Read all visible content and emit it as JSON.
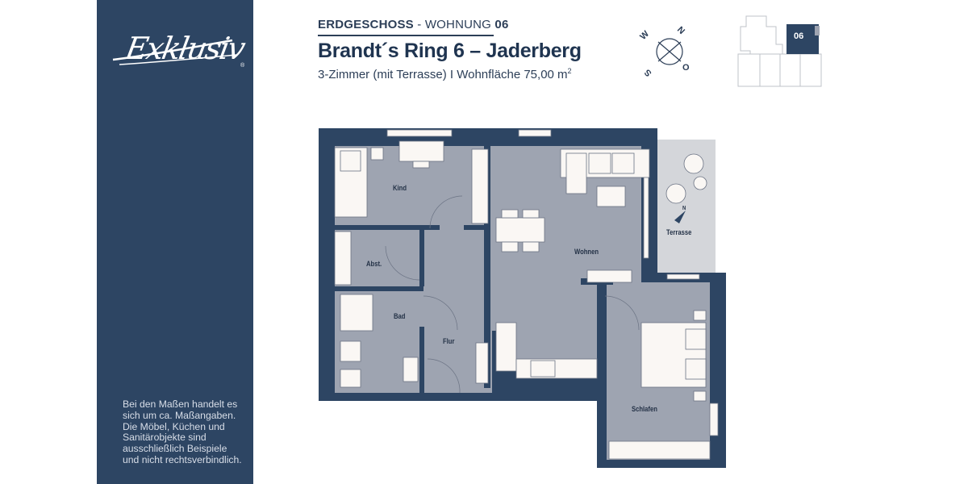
{
  "sidebar": {
    "logo_text": "Exklusiv",
    "logo_registered": "®",
    "disclaimer": "Bei den Maßen handelt es sich um ca. Maßangaben. Die Möbel, Küchen und Sanitärobjekte sind ausschließlich Beispiele und nicht rechtsverbindlich.",
    "background_color": "#2d4563"
  },
  "header": {
    "floor": "ERDGESCHOSS",
    "separator": " - ",
    "unit_prefix": "WOHNUNG ",
    "unit_number": "06",
    "title": "Brandt´s Ring 6 – Jaderberg",
    "subtitle": "3-Zimmer (mit Terrasse) I Wohnfläche 75,00 m",
    "subtitle_sup": "2"
  },
  "compass": {
    "n": "N",
    "o": "O",
    "s": "S",
    "w": "W"
  },
  "keyplan": {
    "unit_label": "06",
    "highlight_color": "#2d4563"
  },
  "floorplan": {
    "wall_color": "#2d4563",
    "floor_color": "#9ea4b1",
    "terrace_color": "#d4d6da",
    "furniture_color": "#faf7f4",
    "rooms": [
      {
        "name": "Kind"
      },
      {
        "name": "Abst."
      },
      {
        "name": "Bad"
      },
      {
        "name": "Flur"
      },
      {
        "name": "Wohnen"
      },
      {
        "name": "Terrasse"
      },
      {
        "name": "Schlafen"
      }
    ],
    "north_arrow_label": "N"
  }
}
